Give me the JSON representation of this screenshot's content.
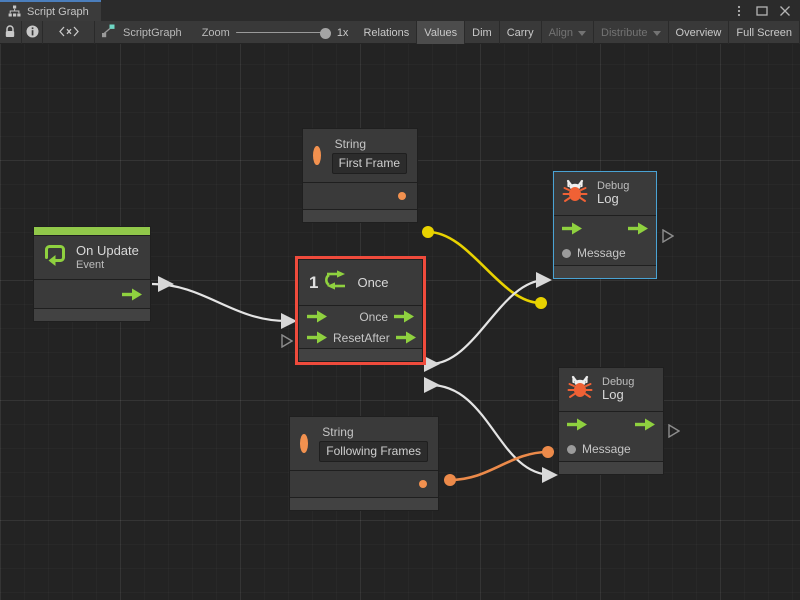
{
  "window": {
    "tab_label": "Script Graph",
    "tab_icon": "script-graph-icon",
    "controls": [
      {
        "name": "more-options-icon",
        "glyph": "kebab"
      },
      {
        "name": "maximize-icon",
        "glyph": "square"
      },
      {
        "name": "close-icon",
        "glyph": "x"
      }
    ]
  },
  "toolbar": {
    "lock_icon": "lock-icon",
    "info_icon": "info-icon",
    "code_icon": "code-brackets-icon",
    "graph_icon": "script-graph-node-icon",
    "graph_name": "ScriptGraph",
    "zoom_label": "Zoom",
    "zoom_value": "1x",
    "buttons": [
      {
        "label": "Relations",
        "active": false,
        "disabled": false,
        "dropdown": false
      },
      {
        "label": "Values",
        "active": true,
        "disabled": false,
        "dropdown": false
      },
      {
        "label": "Dim",
        "active": false,
        "disabled": false,
        "dropdown": false
      },
      {
        "label": "Carry",
        "active": false,
        "disabled": false,
        "dropdown": false
      },
      {
        "label": "Align",
        "active": false,
        "disabled": true,
        "dropdown": true
      },
      {
        "label": "Distribute",
        "active": false,
        "disabled": true,
        "dropdown": true
      },
      {
        "label": "Overview",
        "active": false,
        "disabled": false,
        "dropdown": false
      },
      {
        "label": "Full Screen",
        "active": false,
        "disabled": false,
        "dropdown": false
      }
    ]
  },
  "colors": {
    "event_green": "#91c84a",
    "flow_arrow_green": "#8fd13f",
    "selection_red": "#ef4b3c",
    "selection_blue": "#4aa3d4",
    "string_orange": "#f2914f",
    "wire_white": "#e4e4e4",
    "wire_yellow": "#e8d200",
    "wire_orange": "#ec8a4a",
    "canvas_bg": "#232323",
    "node_bg": "#3a3a3a",
    "toolbar_bg": "#393939"
  },
  "graph": {
    "nodes": [
      {
        "id": "on-update",
        "type": "event",
        "title": "On Update",
        "subtitle": "Event",
        "icon": "on-update-event-icon",
        "selected": false,
        "outputs": [
          {
            "label": "",
            "kind": "flow"
          }
        ],
        "inputs": []
      },
      {
        "id": "string-first-frame",
        "type": "literal",
        "title": "String",
        "icon": "string-literal-icon",
        "value": "First Frame",
        "selected": false,
        "outputs": [
          {
            "label": "",
            "kind": "value"
          }
        ]
      },
      {
        "id": "once",
        "type": "control",
        "title": "Once",
        "badge": "1",
        "icon": "once-loop-icon",
        "selected": true,
        "selection_color": "red",
        "inputs": [
          {
            "label": "",
            "kind": "flow"
          },
          {
            "label": "Reset",
            "kind": "flow"
          }
        ],
        "outputs": [
          {
            "label": "Once",
            "kind": "flow"
          },
          {
            "label": "After",
            "kind": "flow"
          }
        ]
      },
      {
        "id": "string-following-frames",
        "type": "literal",
        "title": "String",
        "icon": "string-literal-icon",
        "value": "Following Frames",
        "selected": false,
        "outputs": [
          {
            "label": "",
            "kind": "value"
          }
        ]
      },
      {
        "id": "debug-log-1",
        "type": "unit",
        "title_small": "Debug",
        "title_main": "Log",
        "icon": "debug-bug-icon",
        "selected": true,
        "selection_color": "blue",
        "inputs": [
          {
            "label": "",
            "kind": "flow"
          },
          {
            "label": "Message",
            "kind": "value"
          }
        ],
        "outputs": [
          {
            "label": "",
            "kind": "flow"
          }
        ]
      },
      {
        "id": "debug-log-2",
        "type": "unit",
        "title_small": "Debug",
        "title_main": "Log",
        "icon": "debug-bug-icon",
        "selected": false,
        "inputs": [
          {
            "label": "",
            "kind": "flow"
          },
          {
            "label": "Message",
            "kind": "value"
          }
        ],
        "outputs": [
          {
            "label": "",
            "kind": "flow"
          }
        ]
      }
    ],
    "edges": [
      {
        "id": "e1",
        "from": "on-update.out",
        "to": "once.in",
        "kind": "flow",
        "color": "#e4e4e4"
      },
      {
        "id": "e2",
        "from": "string-first-frame.out",
        "to": "debug-log-1.message",
        "kind": "value",
        "color": "#e8d200"
      },
      {
        "id": "e3",
        "from": "once.once",
        "to": "debug-log-1.in",
        "kind": "flow",
        "color": "#e4e4e4"
      },
      {
        "id": "e4",
        "from": "once.after",
        "to": "debug-log-2.in",
        "kind": "flow",
        "color": "#e4e4e4"
      },
      {
        "id": "e5",
        "from": "string-following-frames.out",
        "to": "debug-log-2.message",
        "kind": "value",
        "color": "#ec8a4a"
      }
    ]
  }
}
